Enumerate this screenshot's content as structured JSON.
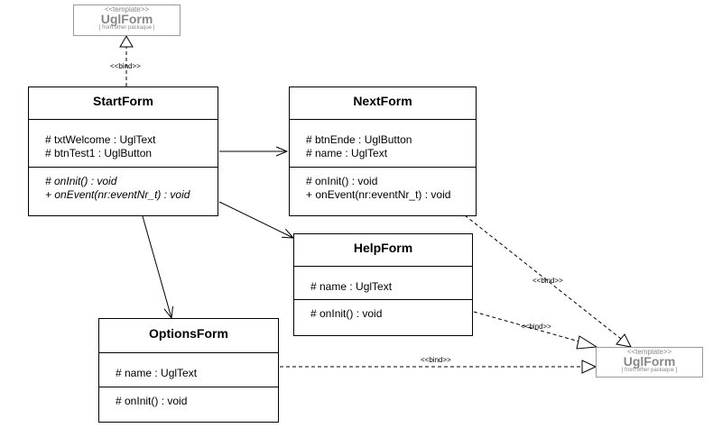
{
  "templates": {
    "top": {
      "stereotype": "<<template>>",
      "name": "UglForm",
      "sub": "[ from other packaque ]"
    },
    "right": {
      "stereotype": "<<template>>",
      "name": "UglForm",
      "sub": "[ from other packaque ]"
    }
  },
  "classes": {
    "start": {
      "name": "StartForm",
      "attrs": [
        "# txtWelcome : UglText",
        "# btnTest1 : UglButton"
      ],
      "ops": [
        "# onInit() : void",
        "+ onEvent(nr:eventNr_t) : void"
      ]
    },
    "next": {
      "name": "NextForm",
      "attrs": [
        "# btnEnde : UglButton",
        "# name : UglText"
      ],
      "ops": [
        "# onInit() : void",
        "+ onEvent(nr:eventNr_t) : void"
      ]
    },
    "help": {
      "name": "HelpForm",
      "attrs": [
        "# name : UglText"
      ],
      "ops": [
        "# onInit() : void"
      ]
    },
    "options": {
      "name": "OptionsForm",
      "attrs": [
        "# name : UglText"
      ],
      "ops": [
        "# onInit() : void"
      ]
    }
  },
  "bind_labels": {
    "start": "<<bind>>",
    "next": "<<bind>>",
    "help": "<<bind>>",
    "options": "<<bind>>"
  }
}
